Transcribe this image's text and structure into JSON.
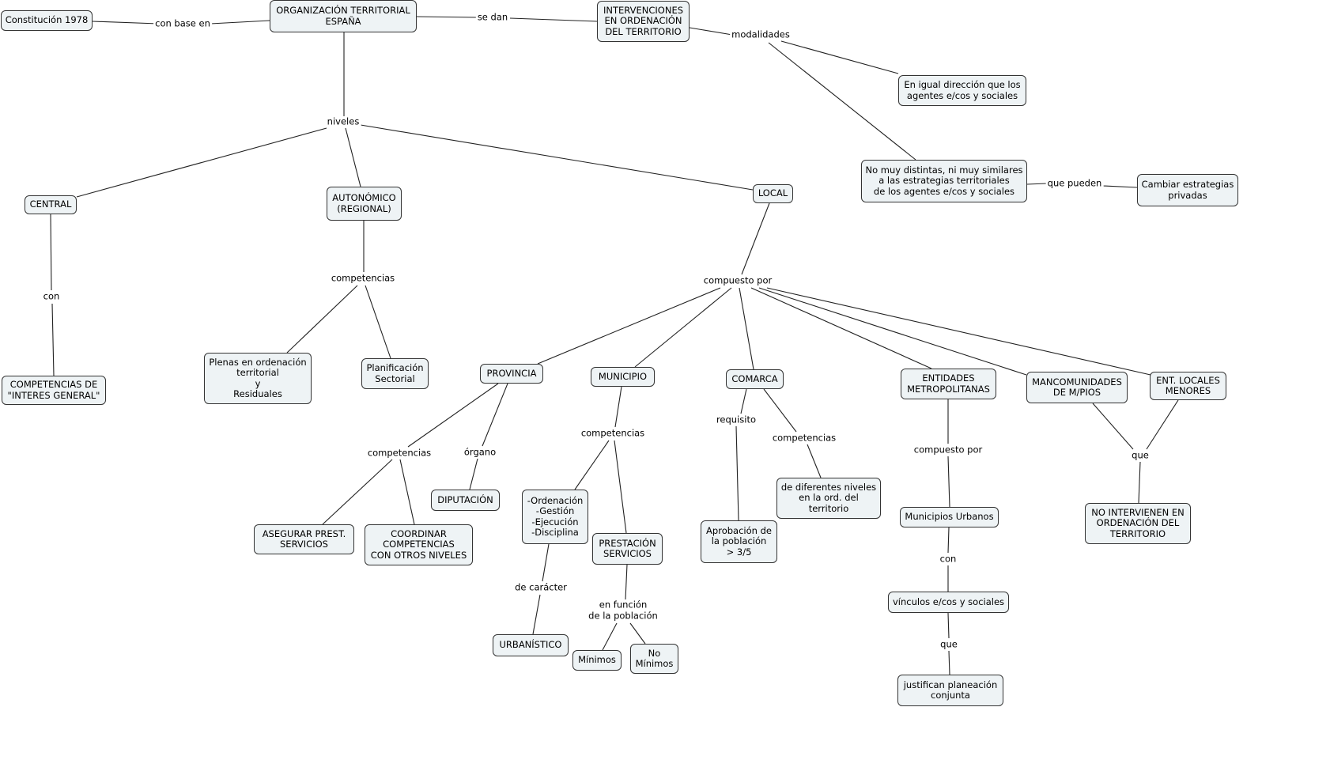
{
  "nodes": {
    "constitucion": "Constitución 1978",
    "organizacion": "ORGANIZACIÓN TERRITORIAL\nESPAÑA",
    "intervenciones": "INTERVENCIONES\nEN ORDENACIÓN\nDEL TERRITORIO",
    "igual_direccion": "En igual dirección que los\nagentes e/cos y sociales",
    "no_muy_distintas": "No muy distintas, ni muy similares\na las estrategias territoriales\nde los agentes e/cos y sociales",
    "cambiar_estrategias": "Cambiar estrategias\nprivadas",
    "central": "CENTRAL",
    "autonomico": "AUTONÓMICO\n(REGIONAL)",
    "local": "LOCAL",
    "competencias_interes": "COMPETENCIAS DE\n\"INTERES GENERAL\"",
    "plenas": "Plenas en ordenación\nterritorial\ny\nResiduales",
    "planificacion": "Planificación\nSectorial",
    "provincia": "PROVINCIA",
    "municipio": "MUNICIPIO",
    "comarca": "COMARCA",
    "entidades_metro": "ENTIDADES\nMETROPOLITANAS",
    "mancomunidades": "MANCOMUNIDADES\nDE M/PIOS",
    "ent_locales": "ENT. LOCALES\nMENORES",
    "diputacion": "DIPUTACIÓN",
    "asegurar": "ASEGURAR PREST.\nSERVICIOS",
    "coordinar": "COORDINAR\nCOMPETENCIAS\nCON OTROS NIVELES",
    "ordenacion_list": "-Ordenación\n-Gestión\n-Ejecución\n-Disciplina",
    "prestacion": "PRESTACIÓN\nSERVICIOS",
    "urbanistico": "URBANÍSTICO",
    "minimos": "Mínimos",
    "no_minimos": "No\nMínimos",
    "aprobacion": "Aprobación de\nla población\n> 3/5",
    "diferentes_niveles": "de diferentes niveles\nen la ord. del\nterritorio",
    "municipios_urbanos": "Municipios Urbanos",
    "vinculos": "vínculos e/cos y sociales",
    "justifican": "justifican planeación\nconjunta",
    "no_intervienen": "NO INTERVIENEN EN\nORDENACIÓN DEL\nTERRITORIO"
  },
  "links": {
    "con_base_en": "con base en",
    "se_dan": "se dan",
    "modalidades": "modalidades",
    "niveles": "niveles",
    "que_pueden": "que pueden",
    "con_central": "con",
    "competencias_auto": "competencias",
    "compuesto_por_local": "compuesto por",
    "competencias_prov": "competencias",
    "organo": "órgano",
    "competencias_mun": "competencias",
    "requisito": "requisito",
    "competencias_com": "competencias",
    "compuesto_por_metro": "compuesto por",
    "que_menores": "que",
    "de_caracter": "de carácter",
    "en_funcion": "en función\nde la población",
    "con_muni": "con",
    "que_vinculos": "que"
  }
}
